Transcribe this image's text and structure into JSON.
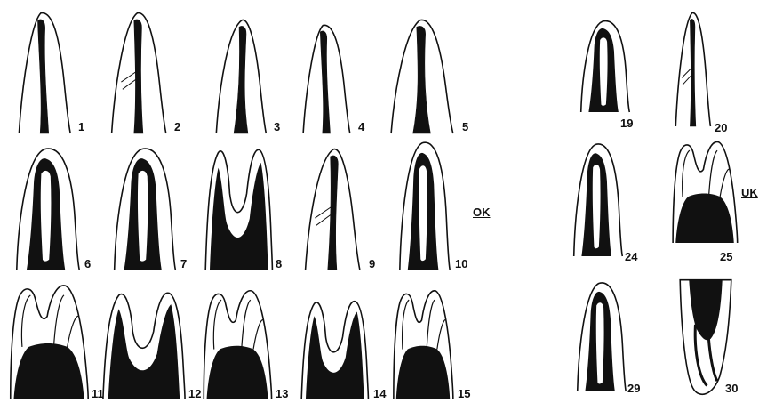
{
  "figures": [
    {
      "label": "1",
      "kind": "single-canal"
    },
    {
      "label": "2",
      "kind": "single-canal-lateral"
    },
    {
      "label": "3",
      "kind": "single-canal-wide"
    },
    {
      "label": "4",
      "kind": "single-canal"
    },
    {
      "label": "5",
      "kind": "single-canal-wide"
    },
    {
      "label": "6",
      "kind": "split-canal"
    },
    {
      "label": "7",
      "kind": "split-canal"
    },
    {
      "label": "8",
      "kind": "two-root"
    },
    {
      "label": "9",
      "kind": "single-canal-lateral"
    },
    {
      "label": "10",
      "kind": "split-canal"
    },
    {
      "label": "11",
      "kind": "multi-root"
    },
    {
      "label": "12",
      "kind": "two-root"
    },
    {
      "label": "13",
      "kind": "multi-root"
    },
    {
      "label": "14",
      "kind": "two-root"
    },
    {
      "label": "15",
      "kind": "multi-root"
    },
    {
      "label": "19",
      "kind": "split-canal"
    },
    {
      "label": "20",
      "kind": "single-canal-lateral"
    },
    {
      "label": "24",
      "kind": "split-canal"
    },
    {
      "label": "25",
      "kind": "multi-root"
    },
    {
      "label": "29",
      "kind": "split-canal"
    },
    {
      "label": "30",
      "kind": "curved-root"
    }
  ],
  "group_labels": {
    "lower_jaw": "OK",
    "upper_jaw": "UK"
  },
  "colors": {
    "ink": "#111111",
    "paper": "#ffffff"
  }
}
